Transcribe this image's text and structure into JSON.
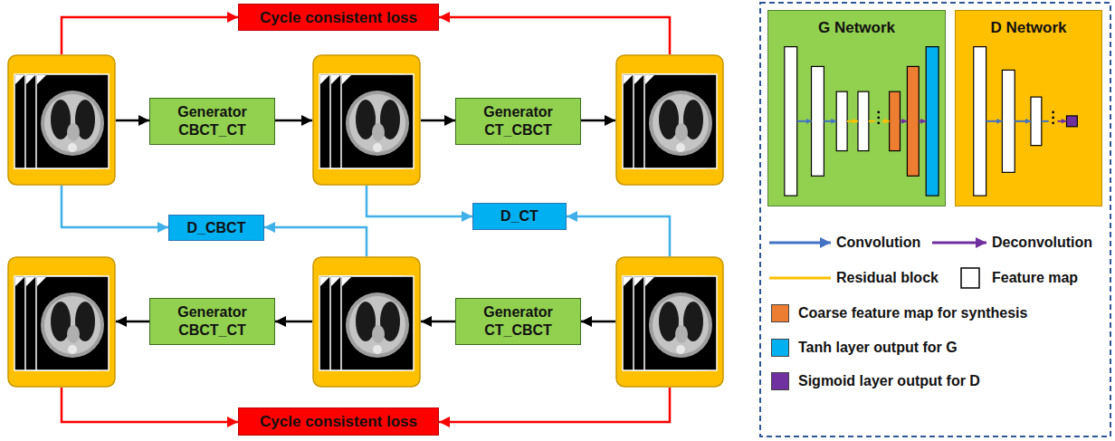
{
  "diagram": {
    "nodes": [
      {
        "text": [
          "Cycle consistent loss"
        ]
      },
      {
        "text": [
          "Generator CBCT_CT"
        ]
      },
      {
        "text": [
          "Generator CT_CBCT"
        ]
      },
      {
        "text": [
          "D_CBCT"
        ]
      },
      {
        "text": [
          "D_CT"
        ]
      },
      {
        "text": [
          "Generator CBCT_CT"
        ]
      },
      {
        "text": [
          "Generator CT_CBCT"
        ]
      },
      {
        "text": [
          "Cycle consistent loss"
        ]
      },
      {
        "text": [
          "G Network"
        ]
      },
      {
        "text": [
          "D Network"
        ]
      }
    ],
    "legend": [
      {
        "text": "Convolution"
      },
      {
        "text": "Deconvolution"
      },
      {
        "text": "Residual block"
      },
      {
        "text": "Feature map"
      },
      {
        "text": "Coarse feature map for synthesis",
        "color": "#ed7d31"
      },
      {
        "text": "Tanh layer output for G",
        "color": "#00b0f0"
      },
      {
        "text": "Sigmoid layer output for D",
        "color": "#7030a0"
      }
    ]
  }
}
